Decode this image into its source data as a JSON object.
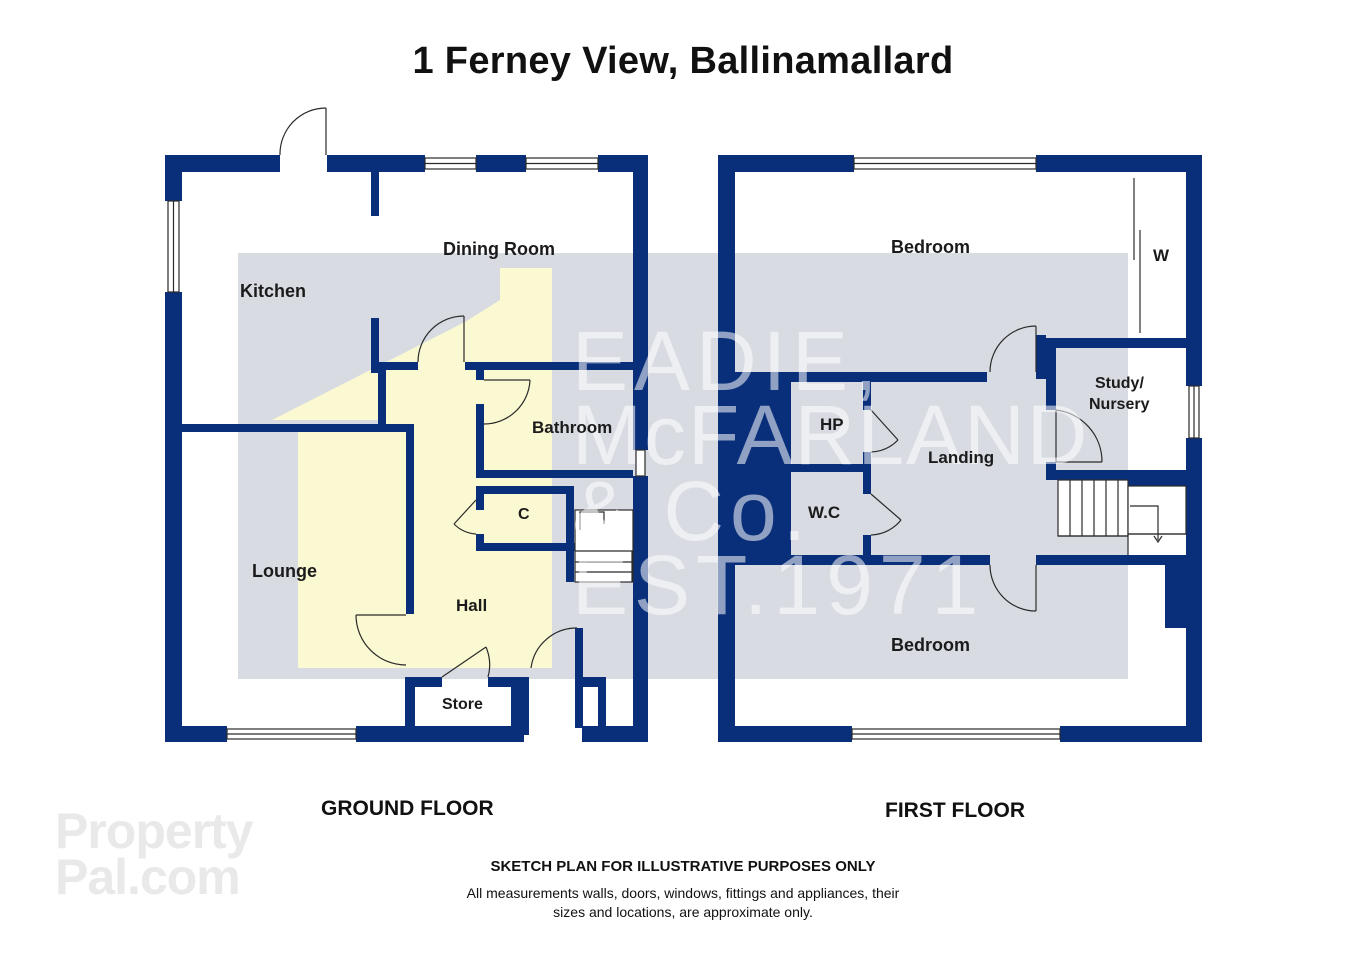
{
  "title": "1 Ferney View, Ballinamallard",
  "floors": {
    "ground": {
      "label": "GROUND FLOOR",
      "rooms": {
        "kitchen": "Kitchen",
        "dining": "Dining Room",
        "bathroom": "Bathroom",
        "cupboard": "C",
        "lounge": "Lounge",
        "hall": "Hall",
        "store": "Store"
      }
    },
    "first": {
      "label": "FIRST FLOOR",
      "rooms": {
        "bedroom_top": "Bedroom",
        "wardrobe": "W",
        "study_line1": "Study/",
        "study_line2": "Nursery",
        "hot_press": "HP",
        "landing": "Landing",
        "wc": "W.C",
        "bedroom_bottom": "Bedroom"
      }
    }
  },
  "watermark": {
    "line1": "EADIE,",
    "line2": "McFARLAND",
    "line3": "& Co.",
    "line4": "EST.1971",
    "logo_line1": "Property",
    "logo_line2": "Pal.com"
  },
  "disclaimer": {
    "heading": "SKETCH PLAN FOR ILLUSTRATIVE PURPOSES ONLY",
    "line1": "All measurements walls, doors, windows, fittings and appliances, their",
    "line2": "sizes and locations, are approximate only."
  },
  "colors": {
    "wall": "#0a2f7a",
    "highlight": "#fbf9d2",
    "watermark_box": "#d8dce2"
  }
}
